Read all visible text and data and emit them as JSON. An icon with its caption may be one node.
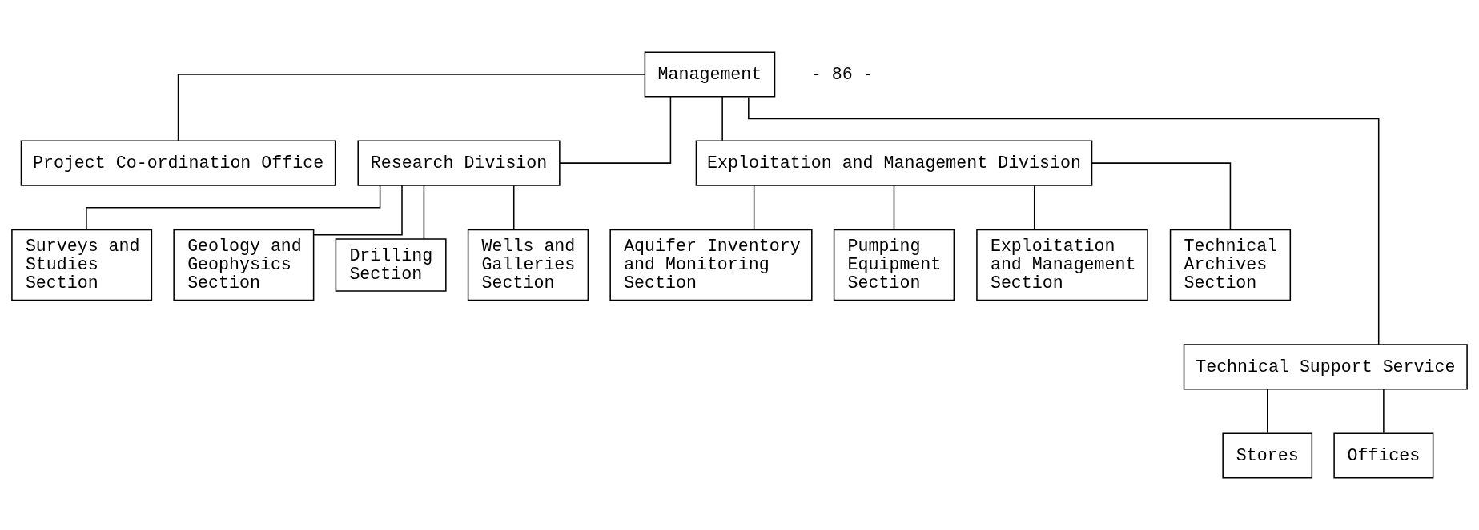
{
  "diagram": {
    "nodes": [
      {
        "text": [
          "Management"
        ]
      },
      {
        "text": [
          "Project Co-ordination Office"
        ]
      },
      {
        "text": [
          "Research Division"
        ]
      },
      {
        "text": [
          "Exploitation and Management Division"
        ]
      },
      {
        "text": [
          "Surveys and Studies Section"
        ]
      },
      {
        "text": [
          "Geology and Geophysics Section"
        ]
      },
      {
        "text": [
          "Drilling Section"
        ]
      },
      {
        "text": [
          "Wells and Galleries Section"
        ]
      },
      {
        "text": [
          "Aquifer Inventory and Monitoring Section"
        ]
      },
      {
        "text": [
          "Pumping Equipment Section"
        ]
      },
      {
        "text": [
          "Exploitation and Management Section"
        ]
      },
      {
        "text": [
          "Technical Archives Section"
        ]
      },
      {
        "text": [
          "Technical Support Service"
        ]
      },
      {
        "text": [
          "Stores"
        ]
      },
      {
        "text": [
          "Offices"
        ]
      }
    ],
    "edges": [
      {
        "from": 0,
        "to": 1,
        "arrow": "none"
      },
      {
        "from": 0,
        "to": 2,
        "arrow": "none"
      },
      {
        "from": 0,
        "to": 3,
        "arrow": "none"
      },
      {
        "from": 0,
        "to": 12,
        "arrow": "none"
      },
      {
        "from": 2,
        "to": 4,
        "arrow": "none"
      },
      {
        "from": 2,
        "to": 5,
        "arrow": "none"
      },
      {
        "from": 2,
        "to": 6,
        "arrow": "none"
      },
      {
        "from": 2,
        "to": 7,
        "arrow": "none"
      },
      {
        "from": 3,
        "to": 8,
        "arrow": "none"
      },
      {
        "from": 3,
        "to": 9,
        "arrow": "none"
      },
      {
        "from": 3,
        "to": 10,
        "arrow": "none"
      },
      {
        "from": 3,
        "to": 11,
        "arrow": "none"
      },
      {
        "from": 12,
        "to": 13,
        "arrow": "none"
      },
      {
        "from": 12,
        "to": 14,
        "arrow": "none"
      }
    ],
    "labels": [
      "- 86 -"
    ]
  }
}
